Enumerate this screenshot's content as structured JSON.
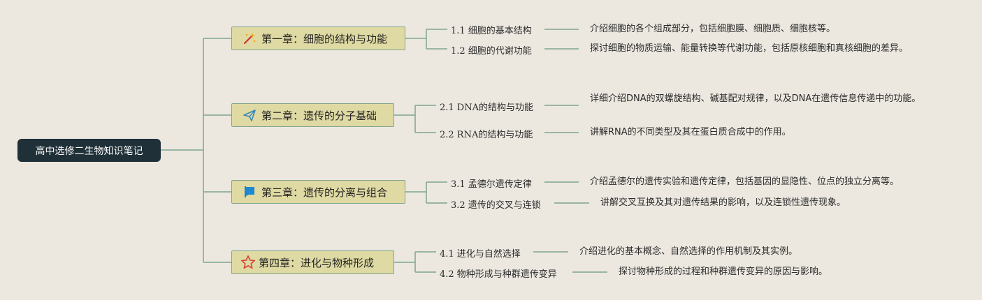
{
  "root": {
    "title": "高中选修二生物知识笔记"
  },
  "chapters": [
    {
      "title": "第一章：细胞的结构与功能",
      "icon": "magic-wand-icon",
      "items": [
        {
          "label": "1.1 细胞的基本结构",
          "desc": "介绍细胞的各个组成部分，包括细胞膜、细胞质、细胞核等。"
        },
        {
          "label": "1.2 细胞的代谢功能",
          "desc": "探讨细胞的物质运输、能量转换等代谢功能，包括原核细胞和真核细胞的差异。"
        }
      ]
    },
    {
      "title": "第二章：遗传的分子基础",
      "icon": "paper-plane-icon",
      "items": [
        {
          "label": "2.1 DNA的结构与功能",
          "desc": "详细介绍DNA的双螺旋结构、碱基配对规律，以及DNA在遗传信息传递中的功能。"
        },
        {
          "label": "2.2 RNA的结构与功能",
          "desc": "讲解RNA的不同类型及其在蛋白质合成中的作用。"
        }
      ]
    },
    {
      "title": "第三章：遗传的分离与组合",
      "icon": "flag-icon",
      "items": [
        {
          "label": "3.1 孟德尔遗传定律",
          "desc": "介绍孟德尔的遗传实验和遗传定律，包括基因的显隐性、位点的独立分离等。"
        },
        {
          "label": "3.2 遗传的交叉与连锁",
          "desc": "讲解交叉互换及其对遗传结果的影响，以及连锁性遗传现象。"
        }
      ]
    },
    {
      "title": "第四章：进化与物种形成",
      "icon": "star-icon",
      "items": [
        {
          "label": "4.1 进化与自然选择",
          "desc": "介绍进化的基本概念、自然选择的作用机制及其实例。"
        },
        {
          "label": "4.2 物种形成与种群遗传变异",
          "desc": "探讨物种形成的过程和种群遗传变异的原因与影响。"
        }
      ]
    }
  ],
  "colors": {
    "background": "#ece8e0",
    "root": "#1f3038",
    "chapter_fill": "#dfdaa3",
    "connector": "#7fa48f"
  }
}
